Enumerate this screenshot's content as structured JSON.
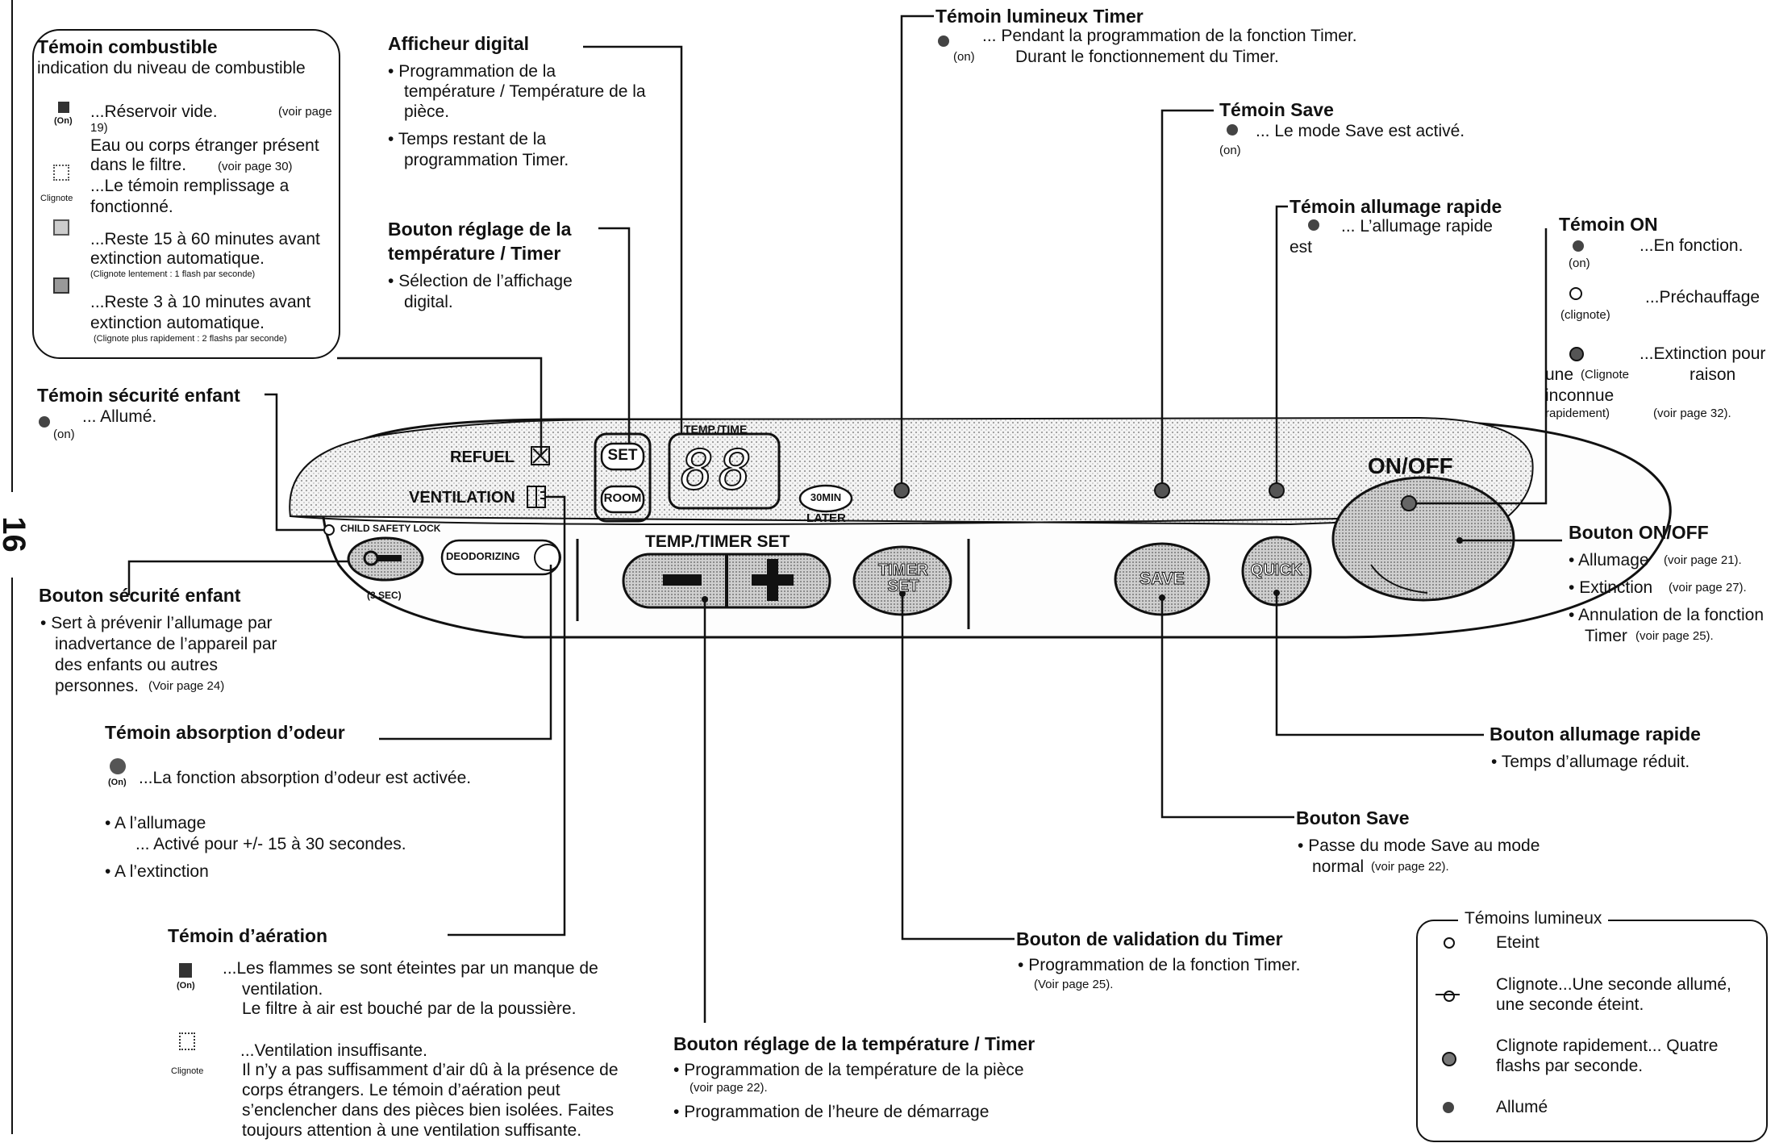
{
  "page_number": "16",
  "panel": {
    "refuel": "REFUEL",
    "ventilation": "VENTILATION",
    "set": "SET",
    "room": "ROOM",
    "temp_time": "TEMP./TIME",
    "digits": "88",
    "later_30": "30MIN",
    "later": "LATER",
    "on_off": "ON/OFF",
    "child_lock": "CHILD SAFETY LOCK",
    "three_sec": "(3 SEC)",
    "deodorizing": "DEODORIZING",
    "temp_timer_set": "TEMP./TIMER SET",
    "timer_set_1": "TIMER",
    "timer_set_2": "SET",
    "save": "SAVE",
    "quick": "QUICK"
  },
  "combustible": {
    "title": "Témoin combustible",
    "subtitle": "indication du niveau de combustible",
    "on_label": "(On)",
    "l1": "...Réservoir vide.",
    "l1_ref": "(voir page",
    "l1_ref2": "19)",
    "l2": "Eau ou corps étranger présent",
    "l3": "dans le filtre.",
    "l3_ref": "(voir page 30)",
    "clignote": "Clignote",
    "l4": "...Le témoin remplissage a",
    "l5": "fonctionné.",
    "l6": "...Reste 15 à 60 minutes avant",
    "l7": "extinction automatique.",
    "l7_note": "(Clignote lentement : 1 flash par seconde)",
    "l8": "...Reste 3 à 10 minutes avant",
    "l9": "extinction automatique.",
    "l9_note": "(Clignote plus rapidement : 2 flashs par seconde)"
  },
  "afficheur": {
    "title": "Afficheur digital",
    "b1a": "Programmation de la",
    "b1b": "température / Température de la",
    "b1c": "pièce.",
    "b2a": "Temps restant de la",
    "b2b": "programmation Timer."
  },
  "bouton_reglage_top": {
    "title1": "Bouton réglage de la",
    "title2": "température / Timer",
    "b1a": "Sélection de l’affichage",
    "b1b": "digital."
  },
  "timer_light": {
    "title": "Témoin lumineux Timer",
    "l1": "...      Pendant la programmation de la fonction Timer.",
    "on": "(on)",
    "l2": "Durant le fonctionnement du Timer."
  },
  "save_light": {
    "title": "Témoin Save",
    "l1": "... Le mode Save est activé.",
    "on": "(on)"
  },
  "quick_light": {
    "title": "Témoin allumage rapide",
    "l1": "... L’allumage rapide",
    "l2": "est"
  },
  "on_light": {
    "title": "Témoin ON",
    "l1": "...En fonction.",
    "on": "(on)",
    "l2": "...Préchauffage",
    "clignote": "(clignote)",
    "l3": "...Extinction pour",
    "l4a": "une",
    "l4b": "(Clignote",
    "l4c": "raison",
    "l5": "inconnue",
    "l6a": "rapidement)",
    "l6b": "(voir page 32)."
  },
  "child_light": {
    "title": "Témoin sécurité enfant",
    "l1": "... Allumé.",
    "on": "(on)"
  },
  "child_button": {
    "title": "Bouton sécurité enfant",
    "l1": "Sert à prévenir l’allumage par",
    "l2": "inadvertance de l’appareil par",
    "l3": "des enfants ou autres",
    "l4": "personnes.",
    "l4_ref": "(Voir page 24)"
  },
  "odor": {
    "title": "Témoin absorption d’odeur",
    "on": "(On)",
    "l1": "...La fonction absorption d’odeur est activée.",
    "b1": "A l’allumage",
    "b1_sub": "... Activé pour +/- 15 à 30 secondes.",
    "b2": "A l’extinction"
  },
  "aeration": {
    "title": "Témoin d’aération",
    "on": "(On)",
    "l1": "...Les flammes se sont éteintes par un manque de",
    "l2": "ventilation.",
    "l3": "Le filtre à air est bouché par de la poussière.",
    "clignote": "Clignote",
    "l4": "...Ventilation insuffisante.",
    "l5": "Il n’y a pas suffisamment d’air dû à la présence de",
    "l6": "corps étrangers. Le témoin d’aération peut",
    "l7": "s’enclencher dans des pièces bien isolées. Faites",
    "l8": "toujours attention à une ventilation suffisante."
  },
  "bouton_reglage_bottom": {
    "title": "Bouton réglage de la température / Timer",
    "b1": "Programmation de la température de la pièce",
    "b1_ref": "(voir page 22).",
    "b2": "Programmation de l’heure de démarrage"
  },
  "timer_validation": {
    "title": "Bouton de validation du Timer",
    "b1": "Programmation de la fonction Timer.",
    "b1_ref": "(Voir page 25)."
  },
  "save_button": {
    "title": "Bouton Save",
    "b1a": "Passe du mode Save au mode",
    "b1b": "normal",
    "b1_ref": "(voir page 22)."
  },
  "quick_button": {
    "title": "Bouton allumage rapide",
    "b1": "Temps d’allumage réduit."
  },
  "onoff_button": {
    "title": "Bouton ON/OFF",
    "b1": "Allumage",
    "b1_ref": "(voir page 21).",
    "b2": "Extinction",
    "b2_ref": "(voir page 27).",
    "b3": "Annulation de la fonction",
    "b4": "Timer",
    "b4_ref": "(voir page 25)."
  },
  "legend": {
    "title": "Témoins lumineux",
    "r1": "Eteint",
    "r2a": "Clignote...Une seconde allumé,",
    "r2b": "une seconde éteint.",
    "r3a": "Clignote rapidement... Quatre",
    "r3b": "flashs par seconde.",
    "r4": "Allumé"
  }
}
